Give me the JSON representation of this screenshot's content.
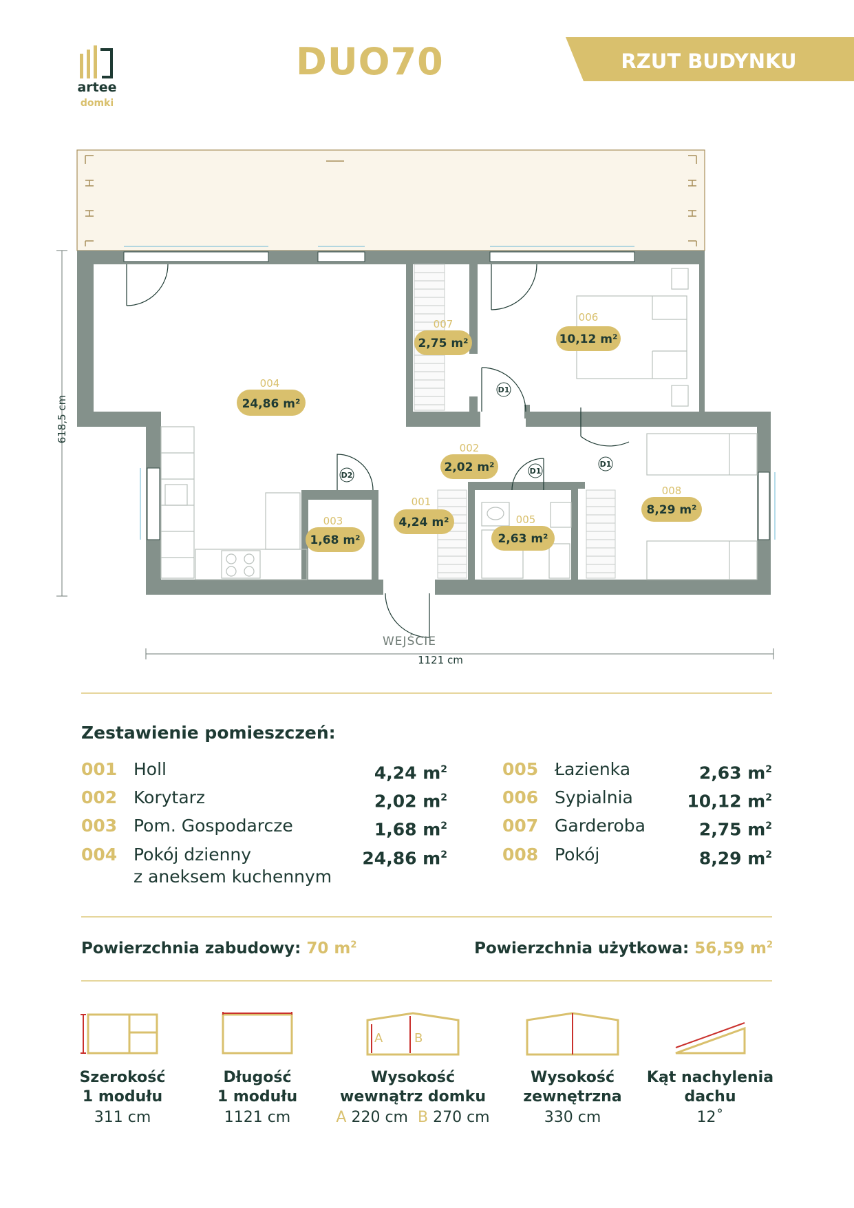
{
  "brand": {
    "name": "artee",
    "sub": "domki"
  },
  "title": "DUO70",
  "banner": "RZUT BUDYNKU",
  "plan": {
    "entrance_label": "WEJŚCIE",
    "dim_height": "618,5 cm",
    "dim_width": "1121 cm",
    "rooms": [
      {
        "code": "004",
        "area": "24,86 m²"
      },
      {
        "code": "007",
        "area": "2,75 m²"
      },
      {
        "code": "006",
        "area": "10,12 m²"
      },
      {
        "code": "002",
        "area": "2,02 m²"
      },
      {
        "code": "001",
        "area": "4,24 m²"
      },
      {
        "code": "003",
        "area": "1,68 m²"
      },
      {
        "code": "005",
        "area": "2,63 m²"
      },
      {
        "code": "008",
        "area": "8,29 m²"
      }
    ],
    "door_labels": [
      "D1",
      "D1",
      "D1",
      "D2"
    ]
  },
  "list": {
    "heading": "Zestawienie pomieszczeń:",
    "rooms": [
      {
        "code": "001",
        "name": "Holl",
        "area": "4,24 m",
        "sup": "2"
      },
      {
        "code": "002",
        "name": "Korytarz",
        "area": "2,02 m",
        "sup": "2"
      },
      {
        "code": "003",
        "name": "Pom. Gospodarcze",
        "area": "1,68 m",
        "sup": "2"
      },
      {
        "code": "004",
        "name": "Pokój dzienny",
        "name2": "z aneksem kuchennym",
        "area": "24,86 m",
        "sup": "2"
      },
      {
        "code": "005",
        "name": "Łazienka",
        "area": "2,63 m",
        "sup": "2"
      },
      {
        "code": "006",
        "name": "Sypialnia",
        "area": "10,12 m",
        "sup": "2"
      },
      {
        "code": "007",
        "name": "Garderoba",
        "area": "2,75 m",
        "sup": "2"
      },
      {
        "code": "008",
        "name": "Pokój",
        "area": "8,29 m",
        "sup": "2"
      }
    ]
  },
  "summary": {
    "built_label": "Powierzchnia zabudowy:",
    "built_value": "70 m",
    "usable_label": "Powierzchnia użytkowa:",
    "usable_value": "56,59 m",
    "sup": "2"
  },
  "params": [
    {
      "label1": "Szerokość",
      "label2": "1 modułu",
      "value": "311 cm"
    },
    {
      "label1": "Długość",
      "label2": "1 modułu",
      "value": "1121 cm"
    },
    {
      "label1": "Wysokość",
      "label2": "wewnątrz domku",
      "a": "A",
      "a_value": "220 cm",
      "b": "B",
      "b_value": "270 cm"
    },
    {
      "label1": "Wysokość",
      "label2": "zewnętrzna",
      "value": "330 cm"
    },
    {
      "label1": "Kąt nachylenia",
      "label2": "dachu",
      "value": "12˚"
    }
  ],
  "colors": {
    "gold": "#d9c06d",
    "wall": "#84918b",
    "dark_green": "#1e3a33"
  }
}
